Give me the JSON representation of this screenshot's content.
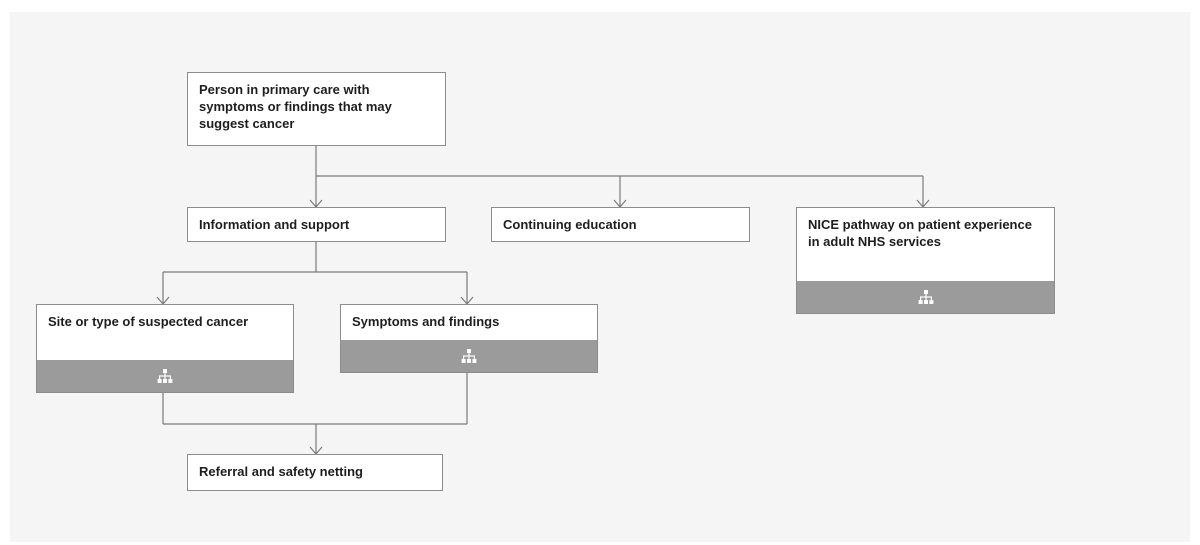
{
  "nodes": {
    "root": {
      "label": "Person in primary care with symptoms or findings that may suggest cancer"
    },
    "info": {
      "label": "Information and support"
    },
    "education": {
      "label": "Continuing education"
    },
    "nice": {
      "label": "NICE pathway on patient experience in adult NHS services",
      "has_subpathway": true,
      "icon": "hierarchy-icon"
    },
    "site": {
      "label": "Site or type of suspected cancer",
      "has_subpathway": true,
      "icon": "hierarchy-icon"
    },
    "symptoms": {
      "label": "Symptoms and findings",
      "has_subpathway": true,
      "icon": "hierarchy-icon"
    },
    "referral": {
      "label": "Referral and safety netting"
    }
  },
  "colors": {
    "background": "#f5f5f5",
    "node_border": "#8c8c8c",
    "connector": "#7a7a7a",
    "subpathway_bar": "#9b9b9b",
    "icon": "#ffffff"
  }
}
